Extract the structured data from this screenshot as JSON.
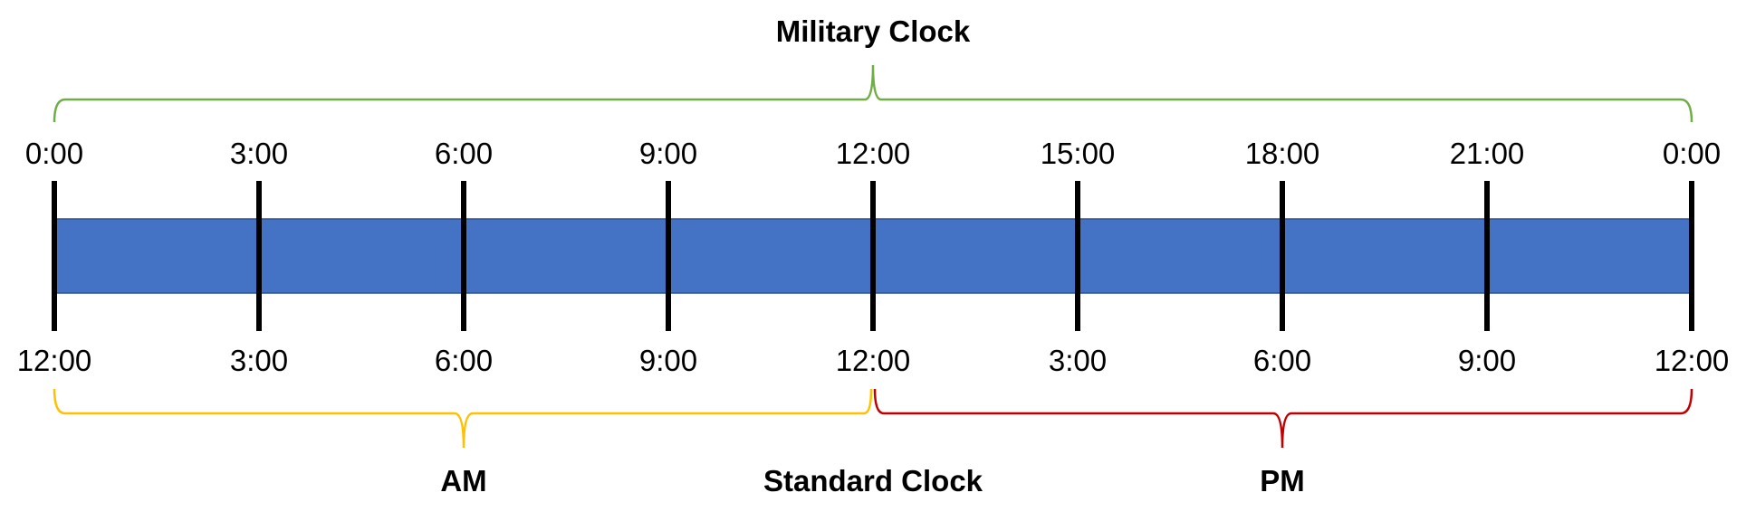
{
  "title_top": "Military Clock",
  "military_labels": [
    "0:00",
    "3:00",
    "6:00",
    "9:00",
    "12:00",
    "15:00",
    "18:00",
    "21:00",
    "0:00"
  ],
  "standard_labels": [
    "12:00",
    "3:00",
    "6:00",
    "9:00",
    "12:00",
    "3:00",
    "6:00",
    "9:00",
    "12:00"
  ],
  "am_label": "AM",
  "pm_label": "PM",
  "standard_title": "Standard Clock",
  "colors": {
    "bar": "#4472C4",
    "bar_border": "#2F528F",
    "military_brace": "#70AD47",
    "am_brace": "#FFC000",
    "pm_brace": "#C00000",
    "tick": "#000000"
  }
}
